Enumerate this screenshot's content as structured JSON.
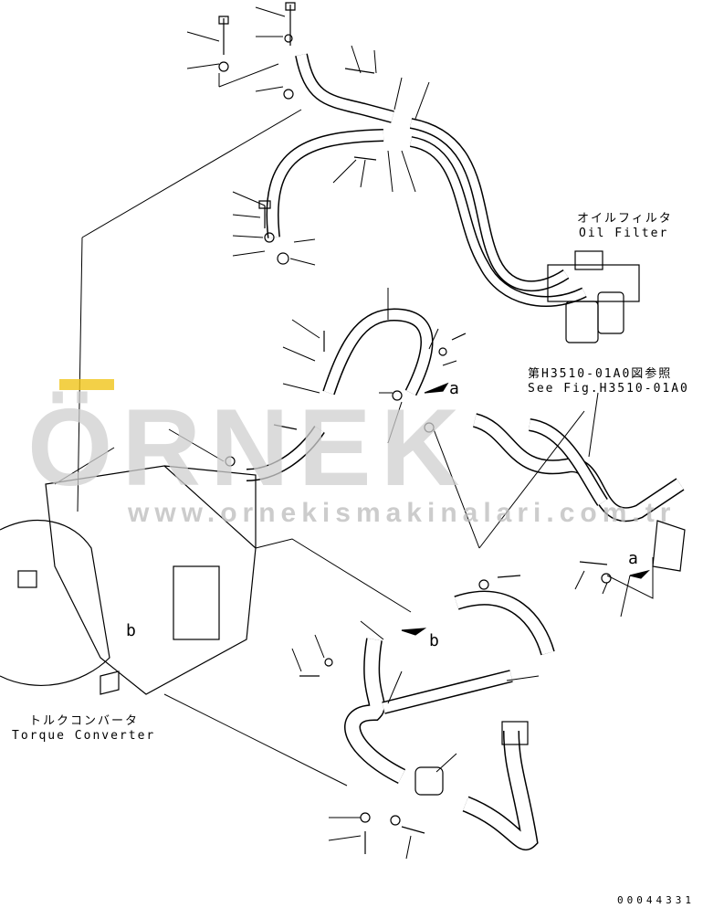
{
  "labels": {
    "oil_filter_jp": "オイルフィルタ",
    "oil_filter_en": "Oil Filter",
    "see_fig_jp": "第H3510-01A0図参照",
    "see_fig_en": "See Fig.H3510-01A0",
    "torque_converter_jp": "トルクコンバータ",
    "torque_converter_en": "Torque Converter",
    "ref_a": "a",
    "ref_b": "b",
    "drawing_number": "00044331"
  },
  "watermark": {
    "brand": "ÖRNEK",
    "url": "www.ornekismakinalari.com.tr",
    "accent": "#f0c419"
  }
}
